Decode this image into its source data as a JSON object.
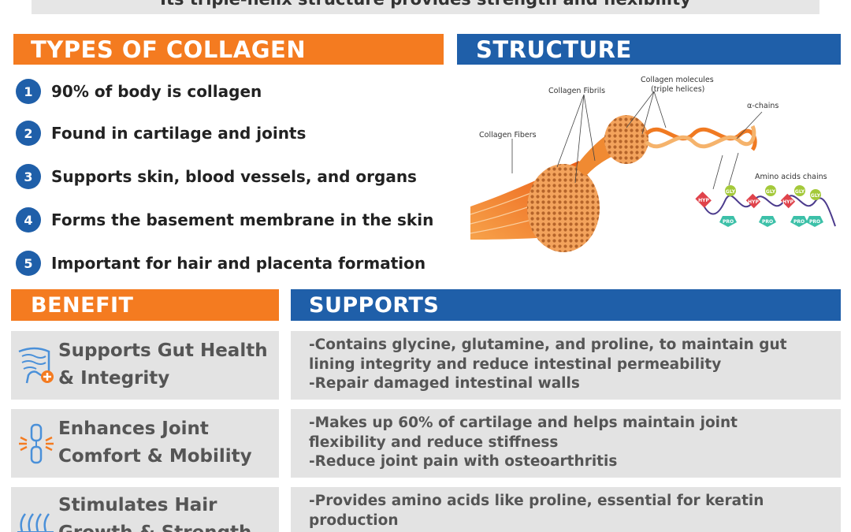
{
  "banner": {
    "text": "Its triple-helix structure provides strength and flexibility"
  },
  "types": {
    "header": "TYPES OF COLLAGEN",
    "items": [
      {
        "num": "1",
        "text": "90% of body is collagen"
      },
      {
        "num": "2",
        "text": "Found in cartilage and joints"
      },
      {
        "num": "3",
        "text": "Supports skin, blood vessels, and organs"
      },
      {
        "num": "4",
        "text": "Forms the basement membrane in the skin"
      },
      {
        "num": "5",
        "text": "Important for hair and placenta formation"
      }
    ]
  },
  "structure": {
    "header": "STRUCTURE",
    "labels": {
      "fibers": "Collagen Fibers",
      "fibrils": "Collagen Fibrils",
      "molecules": "Collagen molecules",
      "helices": "(triple helices)",
      "chains": "α-chains",
      "amino": "Amino acids chains"
    },
    "amino_tags": [
      "HYP",
      "GLY",
      "PRO",
      "HYP",
      "GLY",
      "PRO",
      "HYP",
      "GLY",
      "PRO",
      "GLY",
      "PRO"
    ]
  },
  "benefit": {
    "header": "BENEFIT",
    "rows": [
      {
        "icon": "intestine-icon",
        "title": "Supports Gut Health\n & Integrity"
      },
      {
        "icon": "joint-icon",
        "title": "Enhances Joint\nComfort & Mobility"
      },
      {
        "icon": "hair-icon",
        "title": "Stimulates Hair\nGrowth & Strength"
      }
    ]
  },
  "supports": {
    "header": "SUPPORTS",
    "rows": [
      {
        "lines": [
          "-Contains glycine, glutamine, and proline, to maintain gut",
          "lining integrity and reduce intestinal permeability",
          "-Repair damaged intestinal walls"
        ]
      },
      {
        "lines": [
          "-Makes up 60% of cartilage and helps maintain joint",
          "flexibility and reduce stiffness",
          "-Reduce joint pain with osteoarthritis"
        ]
      },
      {
        "lines": [
          "-Provides amino acids like proline, essential for keratin",
          "production"
        ]
      }
    ]
  },
  "colors": {
    "orange": "#f47b20",
    "blue": "#1f5fa9",
    "panel_gray": "#e3e3e3"
  }
}
